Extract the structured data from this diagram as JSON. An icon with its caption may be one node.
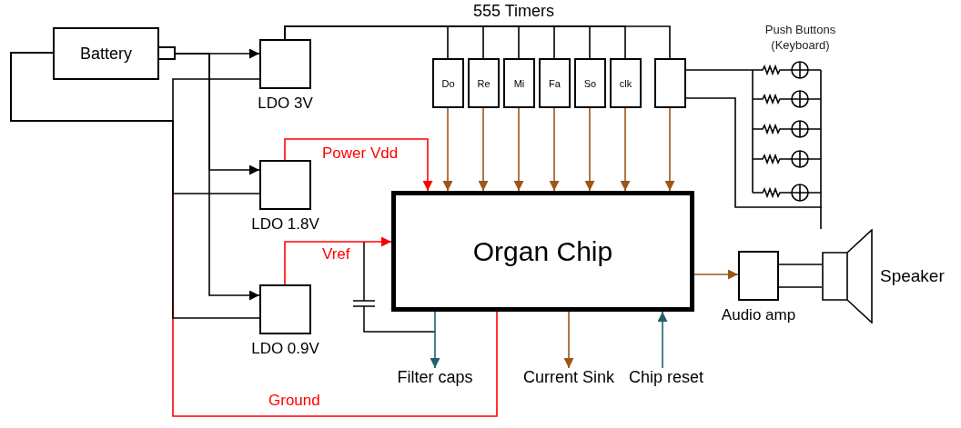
{
  "diagram": {
    "nodes": [
      {
        "text": [
          "Battery"
        ]
      },
      {
        "text": [
          "LDO 3V"
        ]
      },
      {
        "text": [
          "LDO 1.8V"
        ]
      },
      {
        "text": [
          "LDO 0.9V"
        ]
      },
      {
        "text": [
          "Do"
        ]
      },
      {
        "text": [
          "Re"
        ]
      },
      {
        "text": [
          "Mi"
        ]
      },
      {
        "text": [
          "Fa"
        ]
      },
      {
        "text": [
          "So"
        ]
      },
      {
        "text": [
          "clk"
        ]
      },
      {
        "text": [],
        "shape": "box"
      },
      {
        "text": [
          "Organ Chip"
        ]
      },
      {
        "text": [
          "Push Buttons (Keyboard)"
        ]
      },
      {
        "text": [
          "Audio amp"
        ]
      },
      {
        "text": [
          "Speaker"
        ]
      },
      {
        "text": [
          "Filter caps"
        ]
      },
      {
        "text": [
          "Current Sink"
        ]
      },
      {
        "text": [
          "Chip reset"
        ]
      }
    ],
    "edges": [
      {
        "from": 0,
        "to": 1,
        "arrow": "to"
      },
      {
        "from": 0,
        "to": 2,
        "arrow": "to"
      },
      {
        "from": 0,
        "to": 3,
        "arrow": "to"
      },
      {
        "from": 0,
        "to": 11,
        "arrow": "none",
        "label": "Ground",
        "color": "#ff0000"
      },
      {
        "from": 1,
        "to": 0,
        "arrow": "none"
      },
      {
        "from": 2,
        "to": 0,
        "arrow": "none"
      },
      {
        "from": 3,
        "to": 0,
        "arrow": "none"
      },
      {
        "from": 1,
        "to": 4,
        "arrow": "none"
      },
      {
        "from": 1,
        "to": 5,
        "arrow": "none"
      },
      {
        "from": 1,
        "to": 6,
        "arrow": "none"
      },
      {
        "from": 1,
        "to": 7,
        "arrow": "none"
      },
      {
        "from": 1,
        "to": 8,
        "arrow": "none"
      },
      {
        "from": 1,
        "to": 9,
        "arrow": "none"
      },
      {
        "from": 1,
        "to": 10,
        "arrow": "none"
      },
      {
        "from": 4,
        "to": 11,
        "arrow": "to",
        "color": "#9c5518"
      },
      {
        "from": 5,
        "to": 11,
        "arrow": "to",
        "color": "#9c5518"
      },
      {
        "from": 6,
        "to": 11,
        "arrow": "to",
        "color": "#9c5518"
      },
      {
        "from": 7,
        "to": 11,
        "arrow": "to",
        "color": "#9c5518"
      },
      {
        "from": 8,
        "to": 11,
        "arrow": "to",
        "color": "#9c5518"
      },
      {
        "from": 9,
        "to": 11,
        "arrow": "to",
        "color": "#9c5518"
      },
      {
        "from": 10,
        "to": 11,
        "arrow": "to",
        "color": "#9c5518"
      },
      {
        "from": 2,
        "to": 11,
        "arrow": "to",
        "label": "Power Vdd",
        "color": "#ff0000"
      },
      {
        "from": 3,
        "to": 11,
        "arrow": "to",
        "label": "Vref",
        "color": "#ff0000"
      },
      {
        "from": 11,
        "to": 15,
        "arrow": "to",
        "color": "#215f6e"
      },
      {
        "from": 11,
        "to": 16,
        "arrow": "to",
        "color": "#9c5518"
      },
      {
        "from": 17,
        "to": 11,
        "arrow": "to",
        "color": "#215f6e"
      },
      {
        "from": 11,
        "to": 13,
        "arrow": "to",
        "color": "#9c5518"
      },
      {
        "from": 10,
        "to": 12,
        "arrow": "none"
      },
      {
        "from": 10,
        "to": 12,
        "arrow": "none"
      },
      {
        "from": 13,
        "to": 14,
        "arrow": "none"
      },
      {
        "from": 13,
        "to": 14,
        "arrow": "none"
      }
    ],
    "labels": [
      "555 Timers"
    ]
  }
}
